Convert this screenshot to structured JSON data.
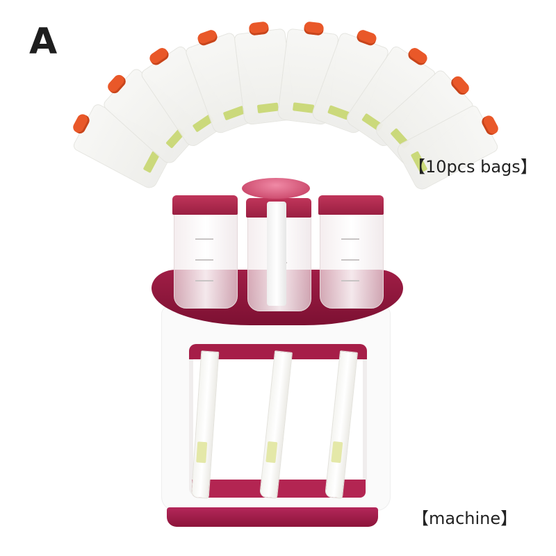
{
  "variant": {
    "letter": "A"
  },
  "labels": {
    "bags": "【10pcs bags】",
    "machine": "【machine】"
  },
  "product": {
    "pouch_count": 10,
    "cup_count": 3,
    "colors": {
      "accent": "#a01e46",
      "cap": "#e8501e",
      "pouch": "#f2f2ef",
      "pouch_strip": "#c9d874",
      "text": "#222222"
    }
  }
}
